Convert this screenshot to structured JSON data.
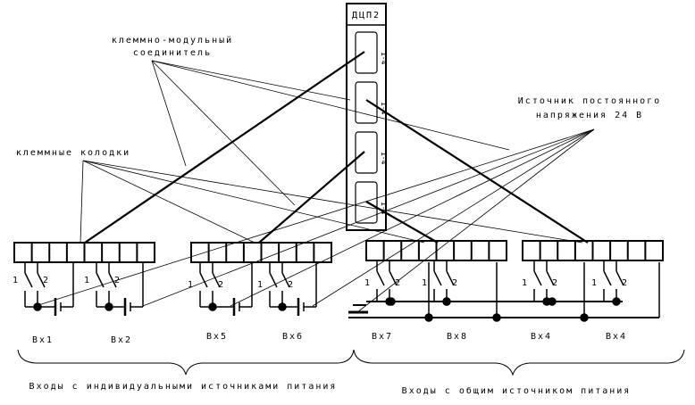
{
  "module": {
    "title": "ДЦП2",
    "slot_labels": [
      "1-4",
      "1-4",
      "1-4",
      "1-4"
    ]
  },
  "labels": {
    "terminal_module_connector": [
      "клеммно-модульный",
      "соединитель"
    ],
    "terminal_blocks": "клеммные колодки",
    "power_source": [
      "Источник постоянного",
      "напряжения 24 В"
    ]
  },
  "switch_numbers": {
    "one": "1",
    "two": "2"
  },
  "inputs": [
    "Вх1",
    "Вх2",
    "Вх5",
    "Вх6",
    "Вх7",
    "Вх8",
    "Вх4",
    "Вх4"
  ],
  "groups": {
    "individual": "Входы с индивидуальными источниками питания",
    "common": "Входы с общим источником питания"
  },
  "colors": {
    "line": "#000000",
    "background": "#ffffff"
  }
}
